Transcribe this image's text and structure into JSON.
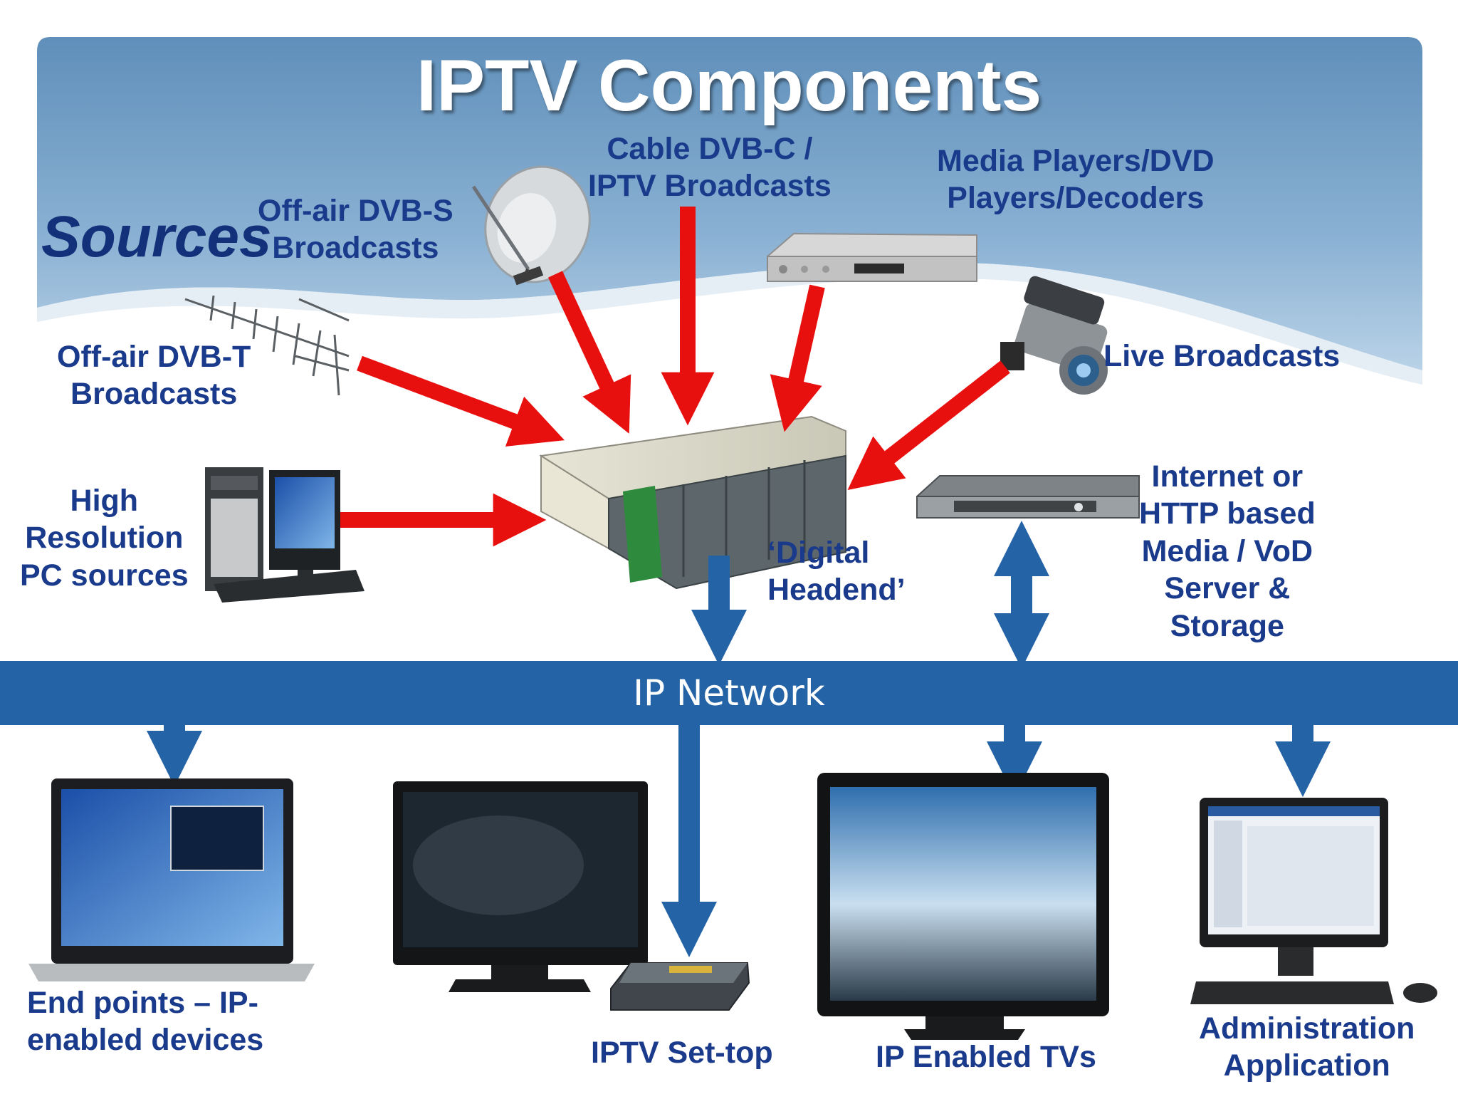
{
  "title": "IPTV Components",
  "sources_heading": "Sources",
  "labels": {
    "dvb_s": [
      "Off-air DVB-S",
      "Broadcasts"
    ],
    "cable": [
      "Cable DVB-C /",
      "IPTV Broadcasts"
    ],
    "media_players": [
      "Media Players/DVD",
      "Players/Decoders"
    ],
    "dvb_t": [
      "Off-air DVB-T",
      "Broadcasts"
    ],
    "live": [
      "Live Broadcasts"
    ],
    "pc_sources": [
      "High",
      "Resolution",
      "PC sources"
    ],
    "headend": [
      "‘Digital",
      "Headend’"
    ],
    "vod_server": [
      "Internet or",
      "HTTP based",
      "Media / VoD",
      "Server &",
      "Storage"
    ],
    "ip_network": "IP Network",
    "endpoints": [
      "End points – IP-",
      "enabled devices"
    ],
    "settop": [
      "IPTV Set-top"
    ],
    "ip_tvs": [
      "IP Enabled TVs"
    ],
    "admin": [
      "Administration",
      "Application"
    ]
  },
  "colors": {
    "header_blue": "#6f9cc3",
    "label_text": "#1a3a8c",
    "source_arrow": "#e8100f",
    "network_blue": "#2363a6"
  },
  "icons": {
    "satellite": "satellite-dish-icon",
    "antenna": "tv-antenna-icon",
    "dvd_player": "dvd-player-icon",
    "camera": "video-camera-icon",
    "pc": "desktop-pc-icon",
    "headend": "headend-rack-icon",
    "server": "rack-server-icon",
    "laptop": "laptop-icon",
    "tv": "flat-tv-icon",
    "settop": "settop-box-icon",
    "monitor": "admin-monitor-icon"
  }
}
